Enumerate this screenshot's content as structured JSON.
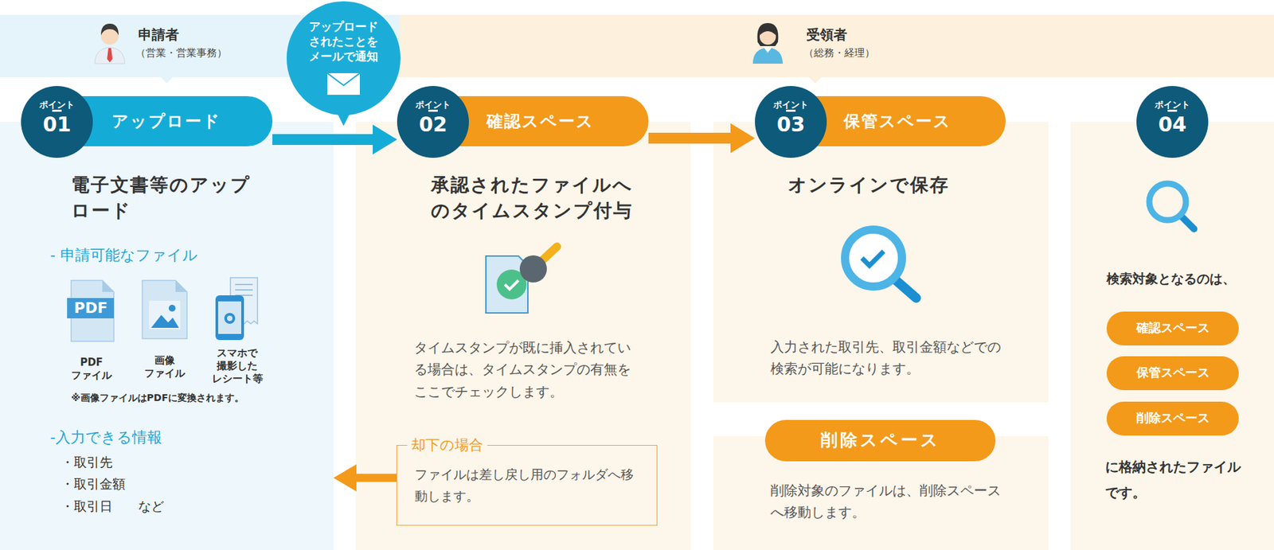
{
  "diagram": {
    "nodes": [
      {
        "text": [
          "申請者",
          "（営業・営業事務）"
        ]
      },
      {
        "text": [
          "受領者",
          "（総務・経理）"
        ]
      },
      {
        "text": [
          "アップロード されたことを メールで通知"
        ]
      },
      {
        "text": [
          "電子文書等のアップロード",
          "- 申請可能なファイル",
          "※画像ファイルはPDFに変換されます。",
          "-入力できる情報",
          "・取引先",
          "・取引金額",
          "・取引日　　など"
        ]
      },
      {
        "text": [
          "ポイント",
          "01",
          "アップロード"
        ],
        "in": 3
      },
      {
        "text": [
          "承認されたファイルへのタイムスタンプ付与",
          "タイムスタンプが既に挿入されている場合は、タイムスタンプの有無をここでチェックします。"
        ]
      },
      {
        "text": [
          "ポイント",
          "02",
          "確認スペース"
        ],
        "in": 5
      },
      {
        "text": [
          "却下の場合",
          "ファイルは差し戻し用のフォルダへ移動します。"
        ],
        "in": 5
      },
      {
        "text": [
          "オンラインで保存",
          "入力された取引先、取引金額などでの検索が可能になります。"
        ]
      },
      {
        "text": [
          "ポイント",
          "03",
          "保管スペース"
        ],
        "in": 8
      },
      {
        "text": [
          "削除対象のファイルは、削除スペースへ移動します。"
        ]
      },
      {
        "text": [
          "削除スペース"
        ],
        "in": 10
      },
      {
        "text": [
          "検索対象となるのは、",
          "に格納されたファイルです。"
        ]
      },
      {
        "text": [
          "ポイント",
          "04"
        ],
        "in": 12
      },
      {
        "text": [
          "確認スペース"
        ],
        "in": 12
      },
      {
        "text": [
          "保管スペース"
        ],
        "in": 12
      },
      {
        "text": [
          "削除スペース"
        ],
        "in": 12
      }
    ],
    "edges": [
      {
        "from": 4,
        "to": 6,
        "arrow": "to"
      },
      {
        "from": 6,
        "to": 9,
        "arrow": "to"
      },
      {
        "from": 7,
        "to": 3,
        "arrow": "to"
      }
    ],
    "labels": [
      "PDF",
      "PDF ファイル",
      "画像 ファイル",
      "スマホで 撮影した レシート等"
    ]
  }
}
